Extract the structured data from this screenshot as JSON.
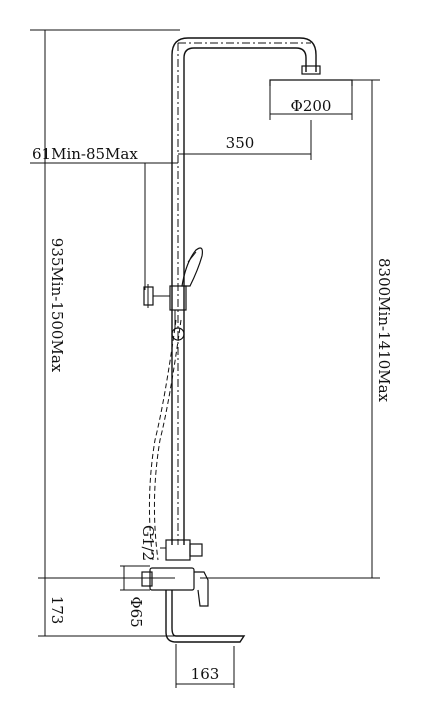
{
  "labels": {
    "showerhead_diameter": "Φ200",
    "arm_reach": "350",
    "bracket_offset": "61Min-85Max",
    "overall_height": "935Min-1500Max",
    "riser_height": "8300Min-1410Max",
    "thread_size": "G1/2",
    "mixer_height": "173",
    "inlet_diameter": "Φ65",
    "spout_length": "163"
  },
  "colors": {
    "line": "#111111",
    "background": "#ffffff"
  }
}
